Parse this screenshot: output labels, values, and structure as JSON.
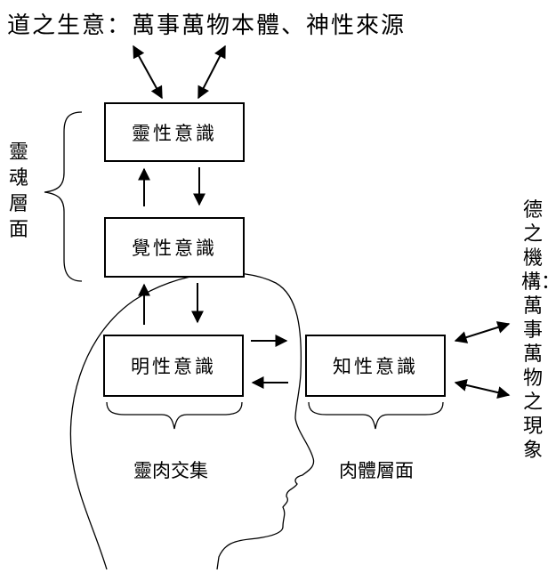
{
  "title": "道之生意：萬事萬物本體、神性來源",
  "boxes": {
    "spirit": "靈性意識",
    "awareness": "覺性意識",
    "bright": "明性意識",
    "knowing": "知性意識"
  },
  "labels": {
    "soul_level": "靈魂層面",
    "spirit_flesh_union": "靈肉交集",
    "body_level": "肉體層面",
    "virtue_mechanism": "德之機構：萬事萬物之現象"
  }
}
